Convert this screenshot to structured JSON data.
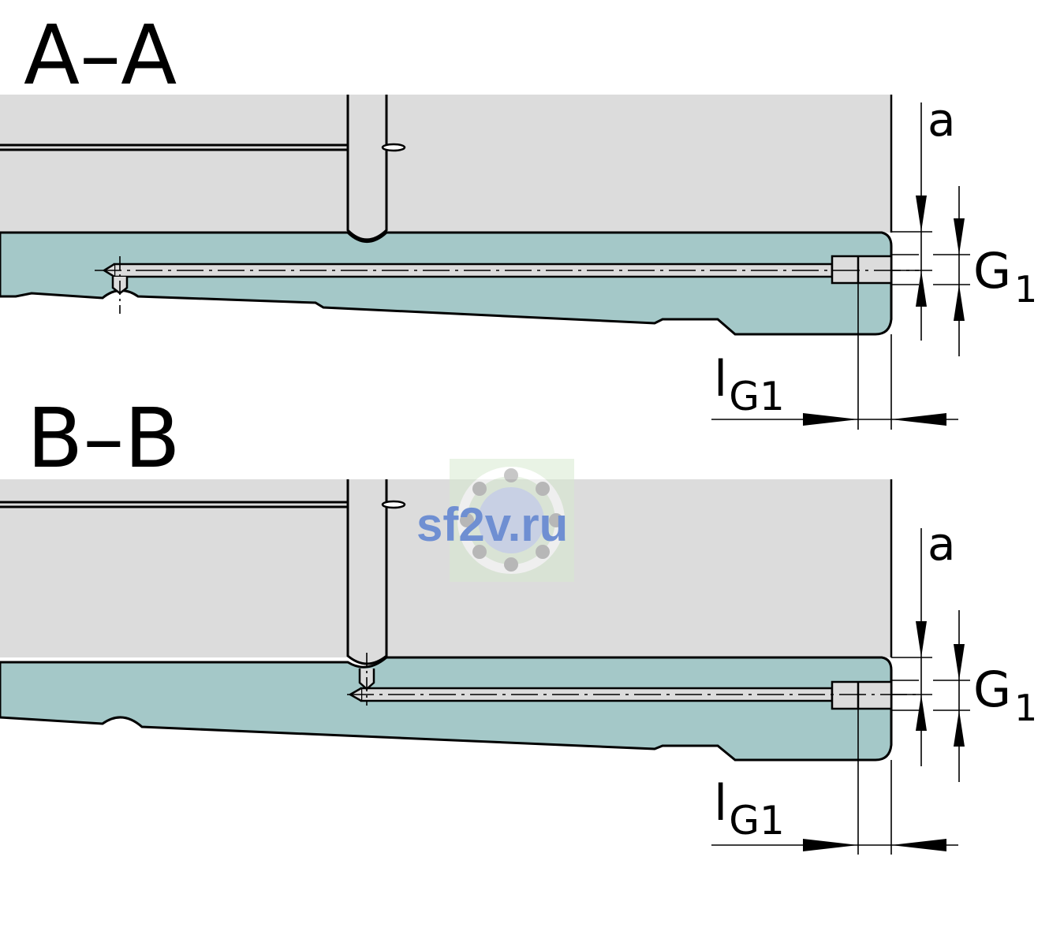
{
  "sections": [
    {
      "title": "A–A",
      "dims": {
        "a": "a",
        "g_main": "G",
        "g_sub": "1",
        "l_main": "l",
        "l_sub": "G1"
      }
    },
    {
      "title": "B–B",
      "dims": {
        "a": "a",
        "g_main": "G",
        "g_sub": "1",
        "l_main": "l",
        "l_sub": "G1"
      }
    }
  ],
  "watermark": "sf2v.ru",
  "colors": {
    "carriage": "#dcdcdc",
    "rail_body": "#a4c8c8",
    "line": "#000000",
    "watermark": "#6f8fd2"
  }
}
